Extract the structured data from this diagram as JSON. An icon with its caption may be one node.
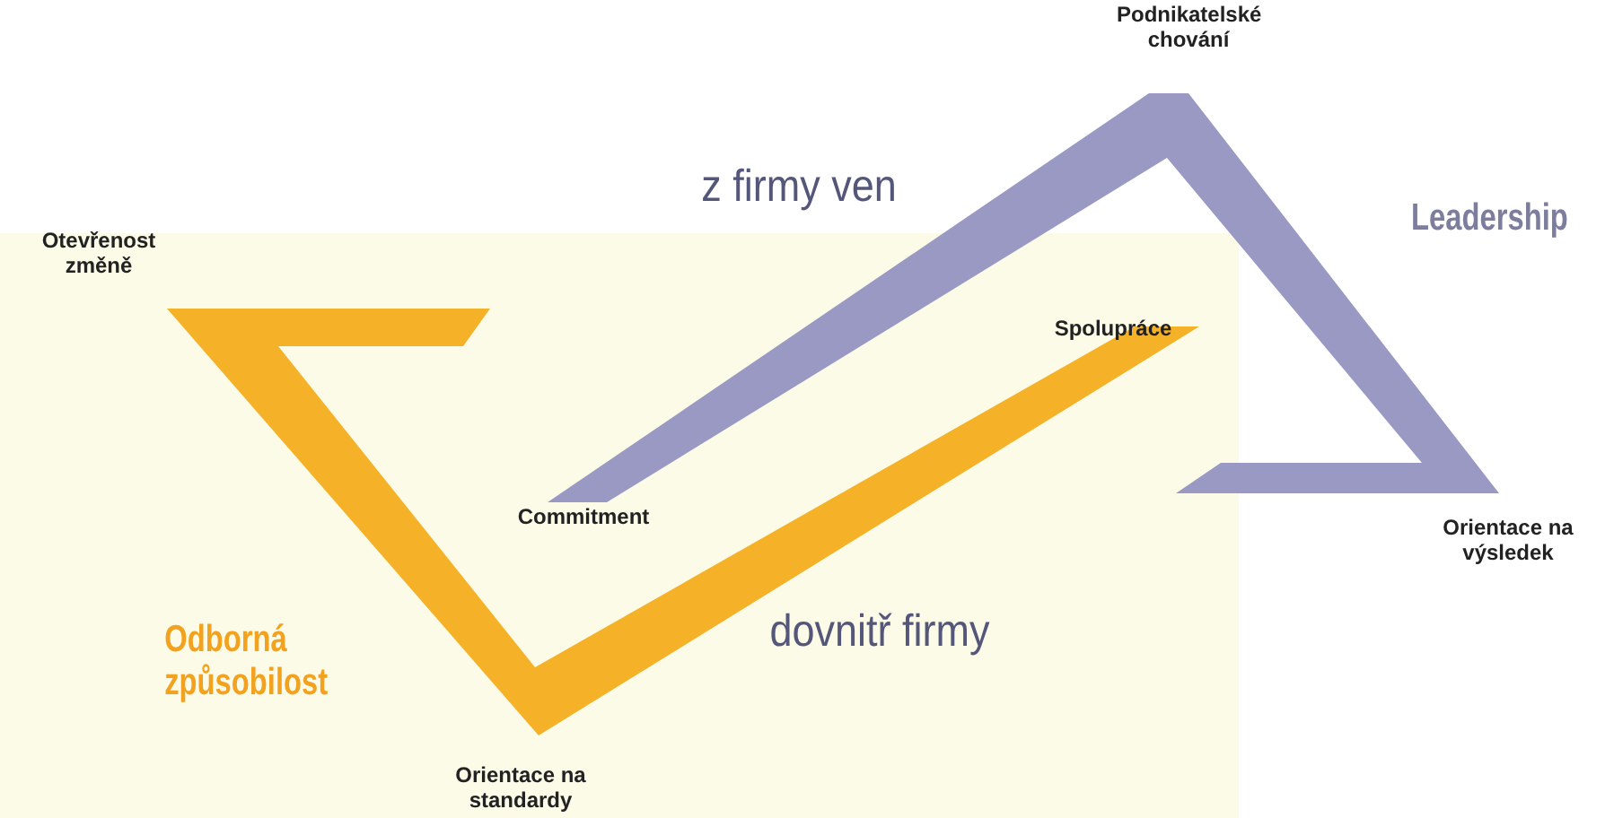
{
  "diagram": {
    "labels": [
      "Podnikatelské chování",
      "z firmy ven",
      "Leadership",
      "Otevřenost změně",
      "Spolupráce",
      "Commitment",
      "Orientace na výsledek",
      "Odborná způsobilost",
      "dovnitř firmy",
      "Orientace na standardy"
    ]
  }
}
